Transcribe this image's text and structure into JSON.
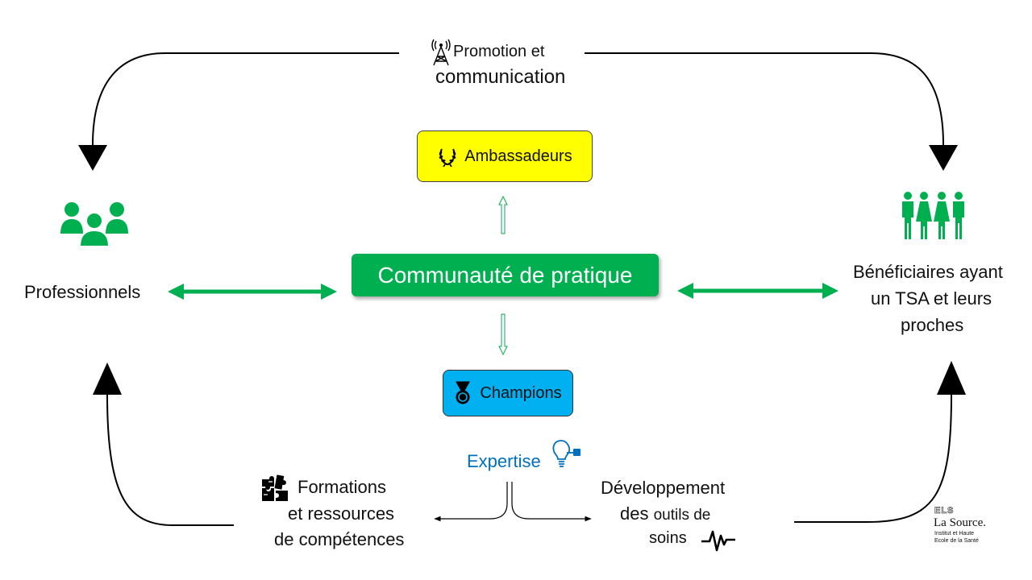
{
  "diagram": {
    "top_label_line1": "Promotion et",
    "top_label_line2": "communication",
    "ambassadeurs": "Ambassadeurs",
    "communaute": "Communauté de pratique",
    "champions": "Champions",
    "professionnels": "Professionnels",
    "beneficiaires_line1": "Bénéficiaires ayant",
    "beneficiaires_line2": "un TSA et leurs",
    "beneficiaires_line3": "proches",
    "expertise": "Expertise",
    "formations_line1": "Formations",
    "formations_line2": "et ressources",
    "formations_line3": "de compétences",
    "developpement_line1": "Développement",
    "developpement_line2a": "des ",
    "developpement_line2b": "outils de",
    "developpement_line3": "soins"
  },
  "logo": {
    "mark": "ELS",
    "name": "La Source.",
    "sub_line1": "Institut et Haute",
    "sub_line2": "Ecole de la Santé"
  },
  "colors": {
    "green": "#00b050",
    "yellow": "#ffff00",
    "blue": "#00b0f0",
    "expertise_blue": "#0070c0",
    "black": "#000000"
  },
  "icons": [
    "antenna-tower-icon",
    "laurel-wreath-icon",
    "medal-icon",
    "lightbulb-icon",
    "puzzle-pieces-icon",
    "heartbeat-pulse-icon",
    "group-of-people-icon",
    "family-icon"
  ]
}
